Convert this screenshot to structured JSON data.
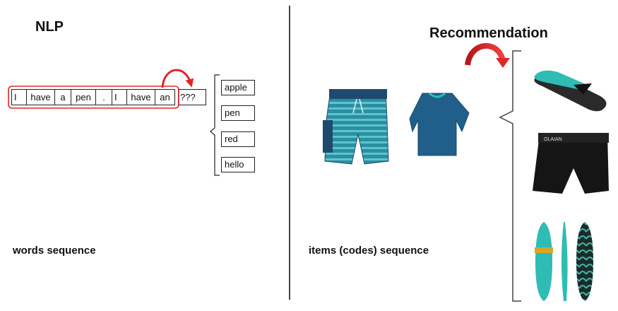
{
  "left": {
    "title": "NLP",
    "tokens": [
      "I",
      "have",
      "a",
      "pen",
      ".",
      "I",
      "have",
      "an",
      "???"
    ],
    "candidates": [
      "apple",
      "pen",
      "red",
      "hello"
    ],
    "caption": "words sequence"
  },
  "right": {
    "title": "Recommendation",
    "caption": "items (codes) sequence",
    "sequence_items": [
      "board-shorts-icon",
      "rash-guard-icon"
    ],
    "candidate_items": [
      "flip-flops-icon",
      "swim-boxer-icon",
      "surfboards-icon"
    ],
    "boxer_brand": "OLAIAN"
  },
  "colors": {
    "highlight": "#e0262b",
    "turquoise": "#2fbcb5",
    "navy": "#1f4a6e",
    "dark": "#1a1a1a",
    "mustard": "#d6a528"
  }
}
